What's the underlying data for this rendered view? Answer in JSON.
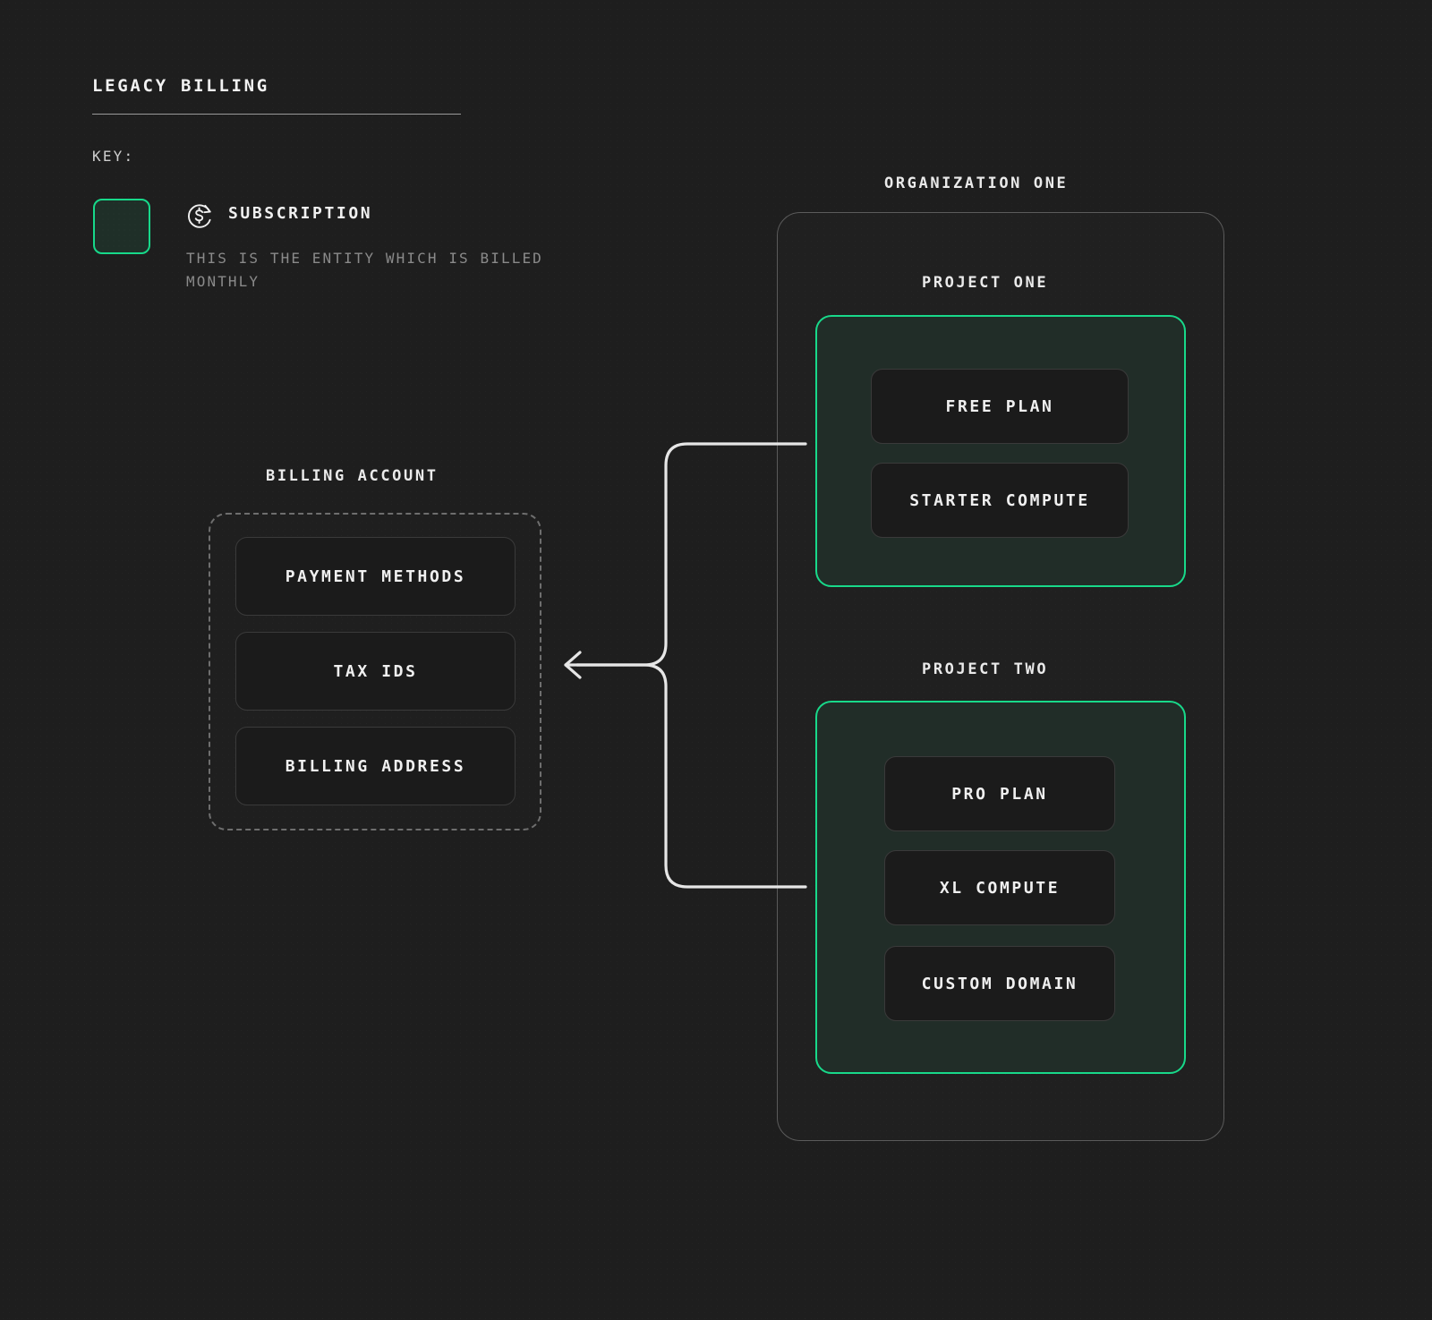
{
  "page": {
    "title": "LEGACY BILLING",
    "background_color": "#1e1e1e",
    "accent_color": "#18d98a"
  },
  "key": {
    "label": "KEY:",
    "swatch_border_color": "#18d98a",
    "swatch_fill_color": "#1f2f28",
    "icon": "subscription-recurring-dollar-icon",
    "name": "SUBSCRIPTION",
    "description": "THIS IS THE ENTITY WHICH IS BILLED MONTHLY"
  },
  "billing_account": {
    "caption": "BILLING ACCOUNT",
    "border_style": "dashed",
    "border_color": "#6e6e6e",
    "items": [
      {
        "label": "PAYMENT METHODS"
      },
      {
        "label": "TAX IDS"
      },
      {
        "label": "BILLING ADDRESS"
      }
    ]
  },
  "organization": {
    "caption": "ORGANIZATION ONE",
    "border_color": "#5b5b5b",
    "projects": [
      {
        "caption": "PROJECT ONE",
        "is_subscription": true,
        "border_color": "#18d98a",
        "items": [
          {
            "label": "FREE PLAN"
          },
          {
            "label": "STARTER COMPUTE"
          }
        ]
      },
      {
        "caption": "PROJECT TWO",
        "is_subscription": true,
        "border_color": "#18d98a",
        "items": [
          {
            "label": "PRO PLAN"
          },
          {
            "label": "XL COMPUTE"
          },
          {
            "label": "CUSTOM DOMAIN"
          }
        ]
      }
    ]
  },
  "connector": {
    "from": [
      "PROJECT ONE",
      "PROJECT TWO"
    ],
    "to": "BILLING ACCOUNT",
    "arrow_direction": "left",
    "color": "#e6e6e6"
  }
}
